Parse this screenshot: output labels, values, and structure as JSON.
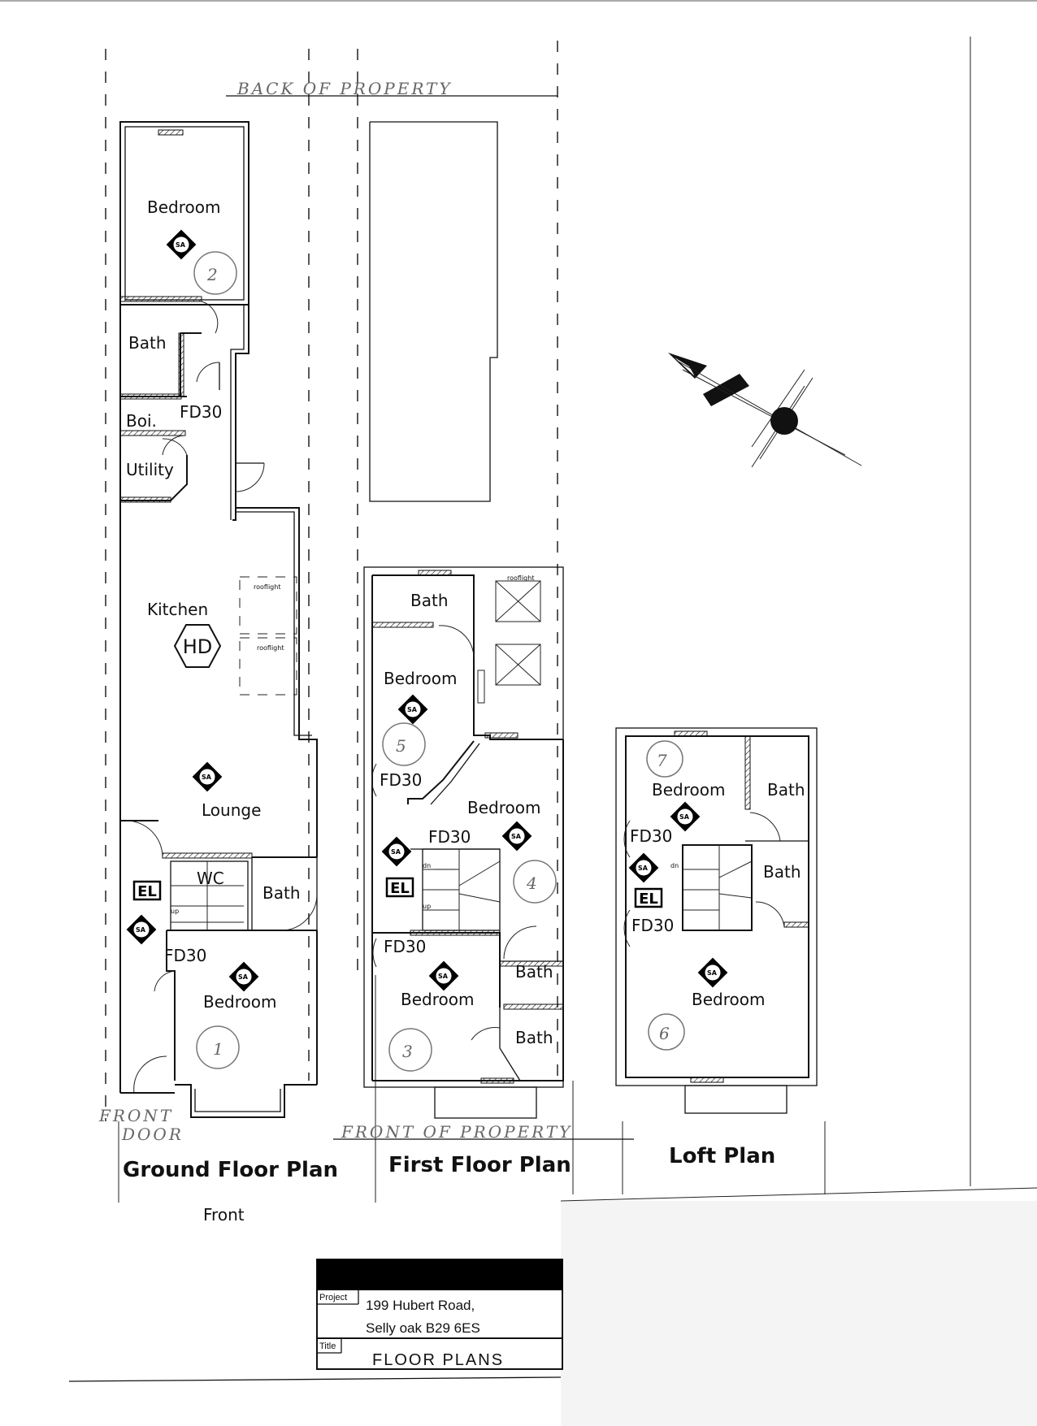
{
  "annotations": {
    "back": "BACK OF PROPERTY",
    "front": "FRONT OF PROPERTY",
    "front_door_line1": "FRONT",
    "front_door_line2": "DOOR"
  },
  "plans": {
    "ground": "Ground Floor Plan",
    "first": "First Floor Plan",
    "loft": "Loft Plan",
    "front_caption": "Front"
  },
  "rooms": {
    "g_bedroom_rear": "Bedroom",
    "g_bath_rear": "Bath",
    "g_boiler": "Boi.",
    "g_utility": "Utility",
    "g_kitchen": "Kitchen",
    "g_lounge": "Lounge",
    "g_wc": "WC",
    "g_bath_front": "Bath",
    "g_bedroom_front": "Bedroom",
    "f_bath_rear": "Bath",
    "f_bedroom_5": "Bedroom",
    "f_bedroom_4": "Bedroom",
    "f_bedroom_3": "Bedroom",
    "f_bath_mid": "Bath",
    "f_bath_front": "Bath",
    "l_bedroom_7": "Bedroom",
    "l_bath_1": "Bath",
    "l_bath_2": "Bath",
    "l_bedroom_6": "Bedroom"
  },
  "numbers": {
    "n1": "1",
    "n2": "2",
    "n3": "3",
    "n4": "4",
    "n5": "5",
    "n6": "6",
    "n7": "7"
  },
  "symbols": {
    "fire_door": "FD30",
    "smoke_alarm": "SA",
    "heat_detector": "HD",
    "emergency_light": "EL",
    "rooflight": "rooflight",
    "stairs_up": "up",
    "stairs_down": "dn"
  },
  "title_block": {
    "project_label": "Project",
    "project_line1": "199     Hubert Road,",
    "project_line2": "Selly oak   B29  6ES",
    "title_label": "Title",
    "title": "FLOOR   PLANS"
  },
  "icons": [
    "north-arrow-icon",
    "smoke-alarm-icon",
    "heat-detector-icon",
    "emergency-light-icon",
    "rooflight-icon",
    "door-swing-icon"
  ]
}
